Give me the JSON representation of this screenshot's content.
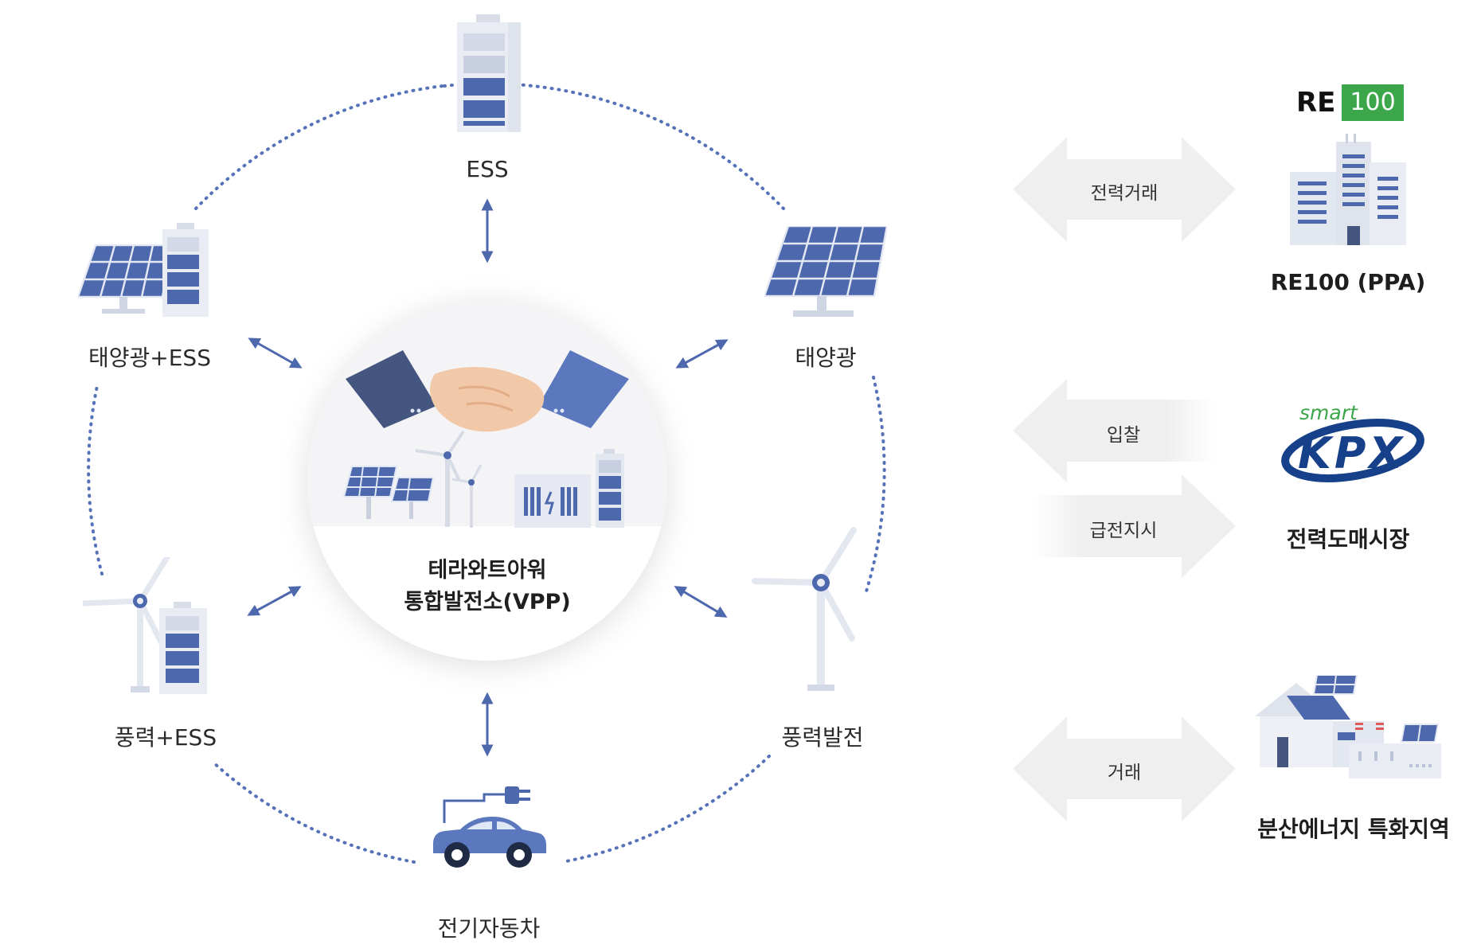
{
  "nodes": {
    "ess": "ESS",
    "solar_ess": "태양광+ESS",
    "solar": "태양광",
    "wind_ess": "풍력+ESS",
    "wind": "풍력발전",
    "ev": "전기자동차"
  },
  "center": {
    "line1": "테라와트아워",
    "line2": "통합발전소(VPP)"
  },
  "flows": {
    "trade_power": "전력거래",
    "bid": "입찰",
    "dispatch": "급전지시",
    "trade": "거래"
  },
  "targets": {
    "re100_badge_left": "RE",
    "re100_badge_right": "100",
    "re100_label": "RE100 (PPA)",
    "kpx_smart": "smart",
    "kpx_logo": "KPX",
    "market_label": "전력도매시장",
    "district_label": "분산에너지 특화지역"
  },
  "colors": {
    "accent_blue": "#4d68ad",
    "dark_blue": "#44567f",
    "dot_blue": "#5572b8",
    "re100_green": "#3ba64a",
    "kpx_navy": "#16418a",
    "arrow_gray": "#efefef"
  }
}
